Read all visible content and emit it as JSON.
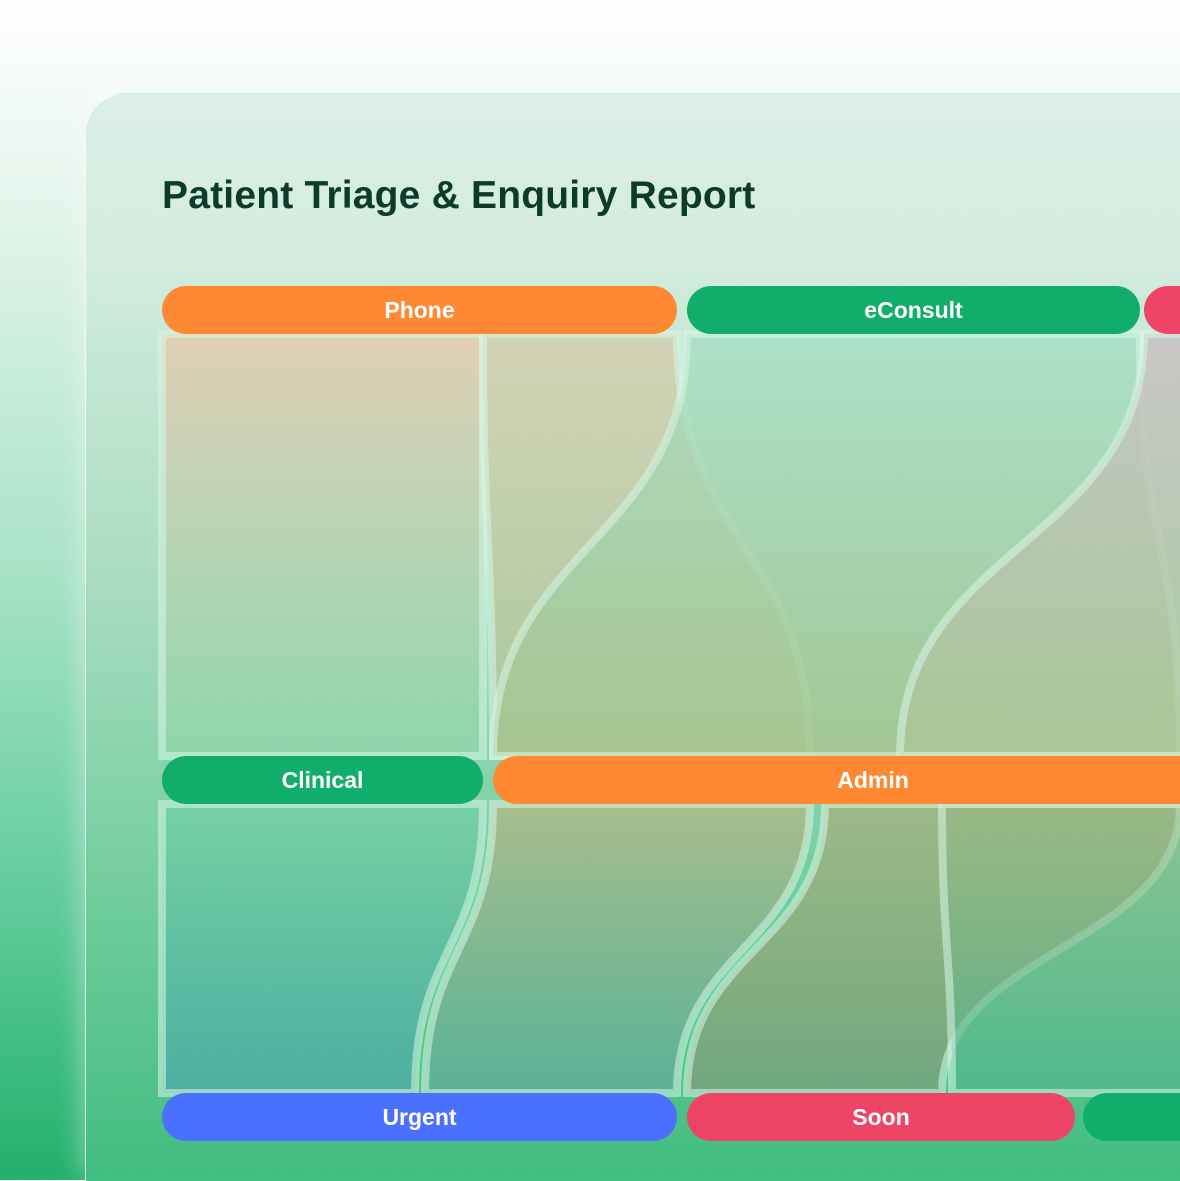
{
  "title": "Patient Triage & Enquiry Report",
  "colors": {
    "orange": "#FF8833",
    "green": "#10AE6A",
    "pink": "#EE4466",
    "blue": "#4A70FF"
  },
  "nodes": [
    {
      "id": "phone",
      "label": "Phone",
      "color": "#FF8833"
    },
    {
      "id": "econsult",
      "label": "eConsult",
      "color": "#10AE6A"
    },
    {
      "id": "other",
      "label": "",
      "color": "#EE4466"
    },
    {
      "id": "clinical",
      "label": "Clinical",
      "color": "#10AE6A"
    },
    {
      "id": "admin",
      "label": "Admin",
      "color": "#FF8833"
    },
    {
      "id": "urgent",
      "label": "Urgent",
      "color": "#4A70FF"
    },
    {
      "id": "soon",
      "label": "Soon",
      "color": "#EE4466"
    },
    {
      "id": "routine",
      "label": "",
      "color": "#10AE6A"
    }
  ],
  "links": [
    {
      "source": "phone",
      "target": "clinical"
    },
    {
      "source": "phone",
      "target": "admin"
    },
    {
      "source": "econsult",
      "target": "admin"
    },
    {
      "source": "other",
      "target": "admin"
    },
    {
      "source": "clinical",
      "target": "urgent"
    },
    {
      "source": "admin",
      "target": "urgent"
    },
    {
      "source": "admin",
      "target": "soon"
    },
    {
      "source": "admin",
      "target": "routine"
    }
  ]
}
